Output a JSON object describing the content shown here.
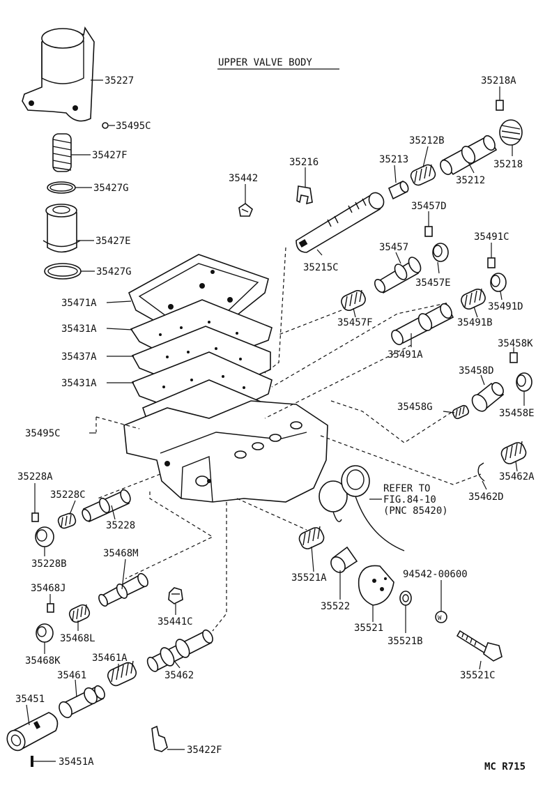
{
  "title": "UPPER VALVE BODY",
  "figure_code": "MC R715",
  "reference_note": {
    "line1": "REFER TO",
    "line2": "FIG.84-10",
    "line3": "(PNC 85420)"
  },
  "parts": [
    "35227",
    "35495C",
    "35427F",
    "35427G",
    "35427E",
    "35427G",
    "35471A",
    "35431A",
    "35437A",
    "35431A",
    "35495C",
    "35228A",
    "35228C",
    "35228",
    "35228B",
    "35468M",
    "35468J",
    "35468L",
    "35468K",
    "35441C",
    "35461A",
    "35461",
    "35462",
    "35451",
    "35451A",
    "35422F",
    "35442",
    "35216",
    "35213",
    "35212B",
    "35218A",
    "35218",
    "35212",
    "35215C",
    "35457D",
    "35457",
    "35457E",
    "35491C",
    "35491D",
    "35457F",
    "35491B",
    "35491A",
    "35458K",
    "35458D",
    "35458G",
    "35458E",
    "35462A",
    "35462D",
    "35521A",
    "35522",
    "35521",
    "35521B",
    "94542-00600",
    "35521C"
  ]
}
